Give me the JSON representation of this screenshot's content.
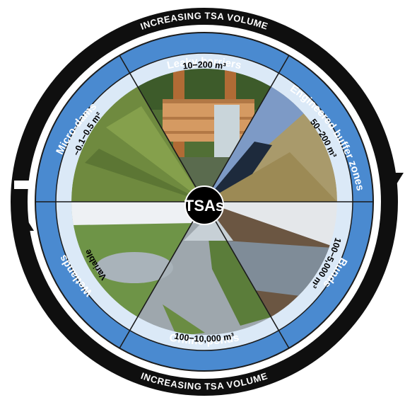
{
  "diagram": {
    "center_label": "TSAs",
    "arrow_label_top": "INCREASING TSA VOLUME",
    "arrow_label_bottom": "INCREASING TSA VOLUME",
    "segments": [
      {
        "title": "Leaky barriers",
        "range": "10−200 m³",
        "photo": "wooden-weir-in-stream"
      },
      {
        "title": "Engineered buffer zones",
        "range": "50−200 m³",
        "photo": "water-filled-ditch"
      },
      {
        "title": "Bunds",
        "range": "100−5,000 m³",
        "photo": "flooded-field-behind-bund"
      },
      {
        "title": "Offline ponds",
        "range": "100−10,000 m³",
        "photo": "flooded-pond-in-field"
      },
      {
        "title": "Wetlands",
        "range": "Variable",
        "photo": "pond-in-grass-field"
      },
      {
        "title": "Micro-dams",
        "range": "~0.1−0.5 m²",
        "photo": "grass-field-furrows"
      }
    ]
  },
  "colors": {
    "ring_blue": "#4a8ad0",
    "range_ring": "#dbe9f7",
    "arrow": "#0f0f0f",
    "center": "#000000"
  }
}
